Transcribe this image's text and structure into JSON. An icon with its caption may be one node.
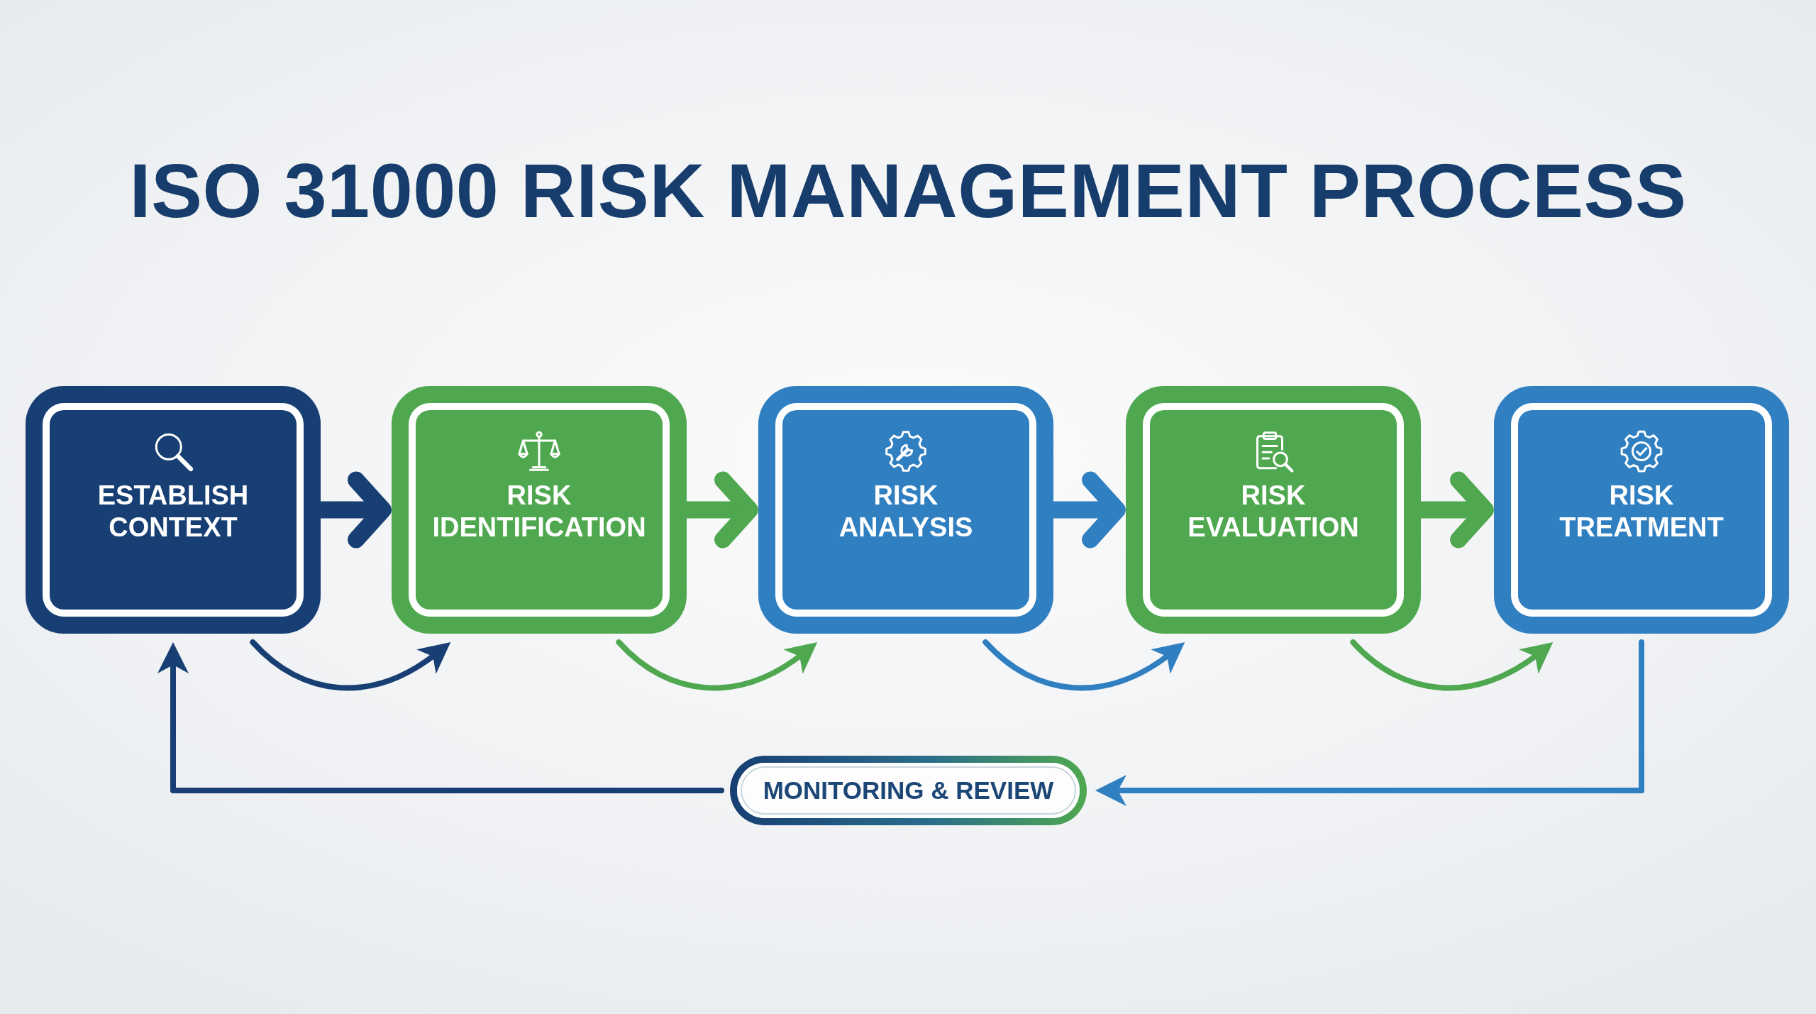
{
  "diagram": {
    "title": "ISO 31000 RISK MANAGEMENT PROCESS",
    "nodes": [
      {
        "text": [
          "ESTABLISH CONTEXT"
        ]
      },
      {
        "text": [
          "RISK IDENTIFICATION"
        ]
      },
      {
        "text": [
          "RISK ANALYSIS"
        ]
      },
      {
        "text": [
          "RISK EVALUATION"
        ]
      },
      {
        "text": [
          "RISK TREATMENT"
        ]
      },
      {
        "text": [
          "MONITORING & REVIEW"
        ]
      }
    ],
    "edges": [
      {
        "from": 0,
        "to": 1,
        "arrow": "to",
        "style": "thick",
        "color": "#173f73"
      },
      {
        "from": 1,
        "to": 2,
        "arrow": "to",
        "style": "thick"
      },
      {
        "from": 2,
        "to": 3,
        "arrow": "to",
        "style": "thick",
        "color": "#2f7fc1"
      },
      {
        "from": 3,
        "to": 4,
        "arrow": "to",
        "style": "thick"
      },
      {
        "from": 0,
        "to": 1,
        "arrow": "to",
        "color": "#173f73"
      },
      {
        "from": 1,
        "to": 2,
        "arrow": "to"
      },
      {
        "from": 2,
        "to": 3,
        "arrow": "to",
        "color": "#2f7fc1"
      },
      {
        "from": 3,
        "to": 4,
        "arrow": "to"
      },
      {
        "from": 4,
        "to": 5,
        "arrow": "to",
        "color": "#2f7fc1"
      },
      {
        "from": 5,
        "to": 0,
        "arrow": "to",
        "color": "#173f73"
      }
    ]
  }
}
